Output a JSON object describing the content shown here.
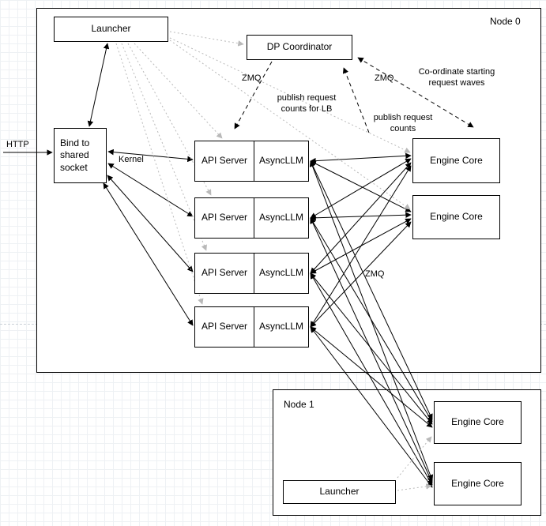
{
  "diagram": {
    "node0": {
      "label": "Node 0",
      "launcher": "Launcher",
      "dp_coordinator": "DP Coordinator",
      "bind_socket": "Bind to shared socket",
      "api_rows": [
        {
          "api_server": "API Server",
          "async_llm": "AsyncLLM"
        },
        {
          "api_server": "API Server",
          "async_llm": "AsyncLLM"
        },
        {
          "api_server": "API Server",
          "async_llm": "AsyncLLM"
        },
        {
          "api_server": "API Server",
          "async_llm": "AsyncLLM"
        }
      ],
      "engine_cores": [
        "Engine Core",
        "Engine Core"
      ]
    },
    "node1": {
      "label": "Node 1",
      "launcher": "Launcher",
      "engine_cores": [
        "Engine Core",
        "Engine Core"
      ]
    },
    "annotations": {
      "http": "HTTP",
      "kernel": "Kernel",
      "zmq_left": "ZMQ",
      "zmq_mid": "ZMQ",
      "zmq_mesh": "ZMQ",
      "publish_lb": "publish request counts for LB",
      "publish_counts": "publish request counts",
      "coordinate_waves": "Co-ordinate starting request waves"
    },
    "colors": {
      "stroke": "#000000",
      "spawn_arrow": "#b9b9b9",
      "grid": "#dde4e9"
    }
  }
}
